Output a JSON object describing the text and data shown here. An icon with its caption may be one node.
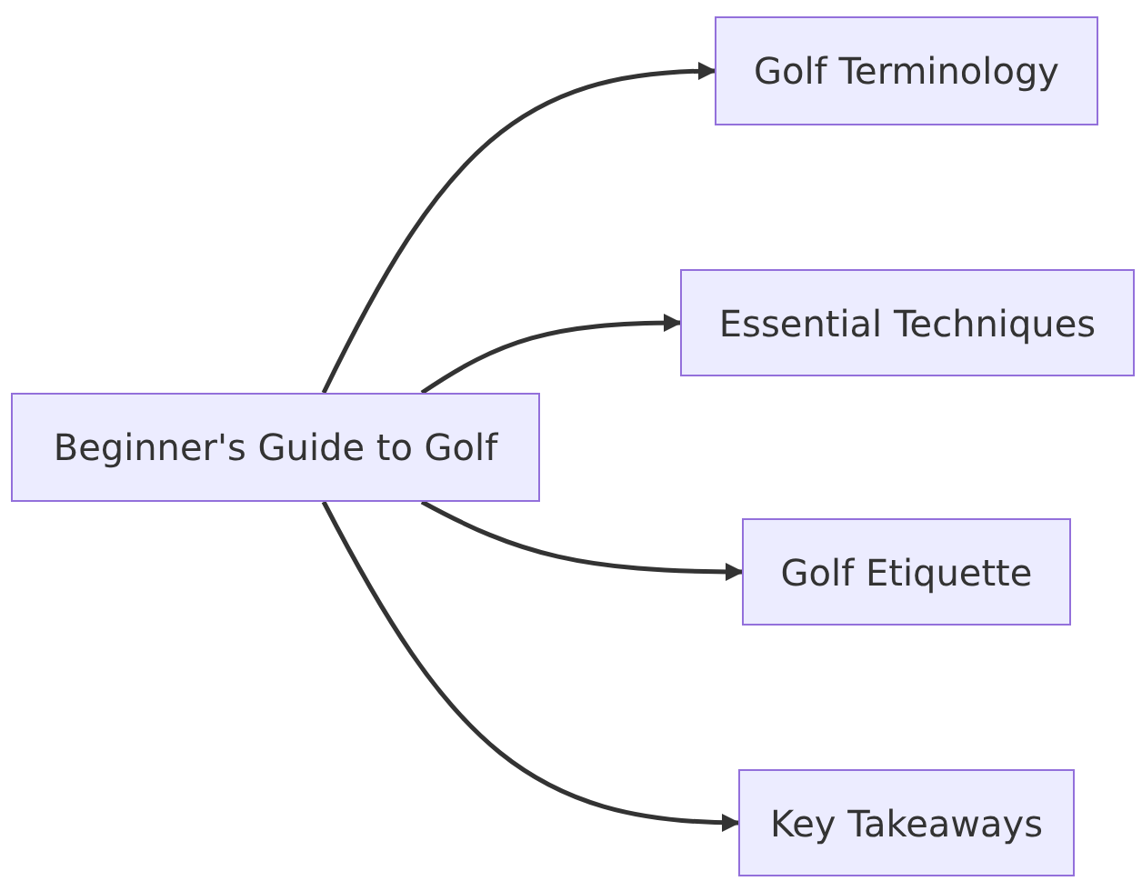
{
  "diagram": {
    "nodes": [
      {
        "text": [
          "Beginner's Guide to Golf"
        ]
      },
      {
        "text": [
          "Golf Terminology"
        ]
      },
      {
        "text": [
          "Essential Techniques"
        ]
      },
      {
        "text": [
          "Golf Etiquette"
        ]
      },
      {
        "text": [
          "Key Takeaways"
        ]
      }
    ],
    "edges": [
      {
        "from": 0,
        "to": 1,
        "arrow": "to"
      },
      {
        "from": 0,
        "to": 2,
        "arrow": "to"
      },
      {
        "from": 0,
        "to": 3,
        "arrow": "to"
      },
      {
        "from": 0,
        "to": 4,
        "arrow": "to"
      }
    ]
  }
}
